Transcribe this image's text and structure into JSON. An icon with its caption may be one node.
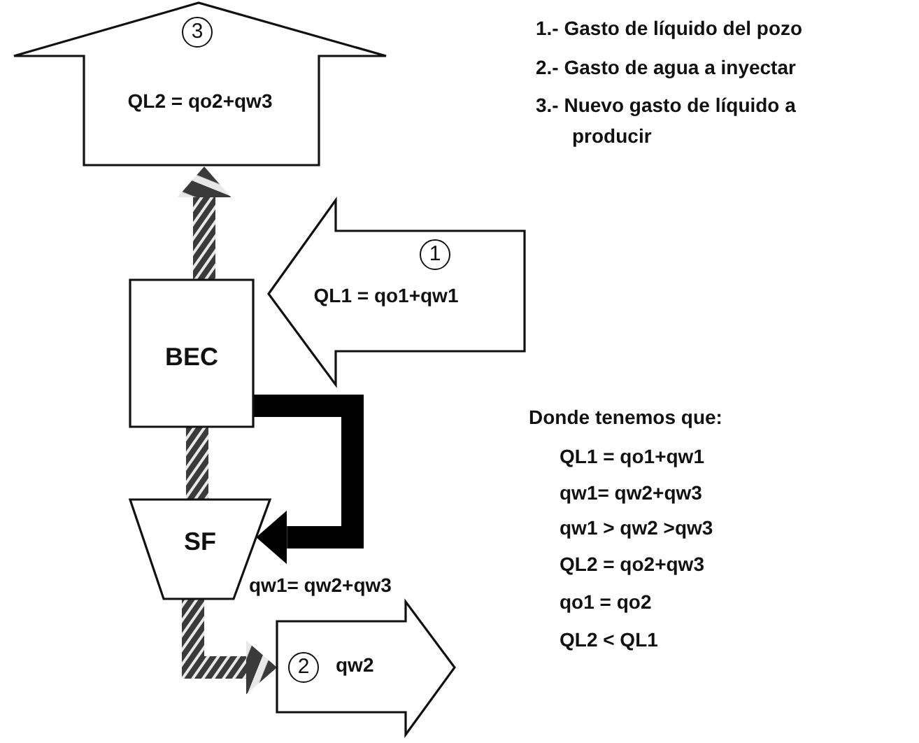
{
  "diagram": {
    "nodes": [
      {
        "text": [
          "3",
          "QL2 = qo2+qw3"
        ]
      },
      {
        "text": [
          "1",
          "QL1 = qo1+qw1"
        ]
      },
      {
        "text": [
          "BEC"
        ]
      },
      {
        "text": [
          "SF"
        ]
      },
      {
        "text": [
          "2",
          "qw2"
        ]
      }
    ],
    "edges": [
      {
        "from": 2,
        "to": 0,
        "arrow": "to"
      },
      {
        "from": 2,
        "to": 3,
        "arrow": "none"
      },
      {
        "from": 2,
        "to": 3,
        "arrow": "to",
        "color": "#000000"
      },
      {
        "from": 3,
        "to": 4,
        "arrow": "to"
      }
    ],
    "labels": [
      "qw1= qw2+qw3",
      "1.- Gasto de líquido del pozo",
      "2.- Gasto de agua a inyectar",
      "3.- Nuevo gasto de líquido a producir",
      "Donde tenemos que:",
      "QL1 = qo1+qw1",
      "qw1= qw2+qw3",
      "qw1 > qw2 >qw3",
      "QL2 = qo2+qw3",
      "qo1 = qo2",
      "QL2 < QL1"
    ]
  }
}
